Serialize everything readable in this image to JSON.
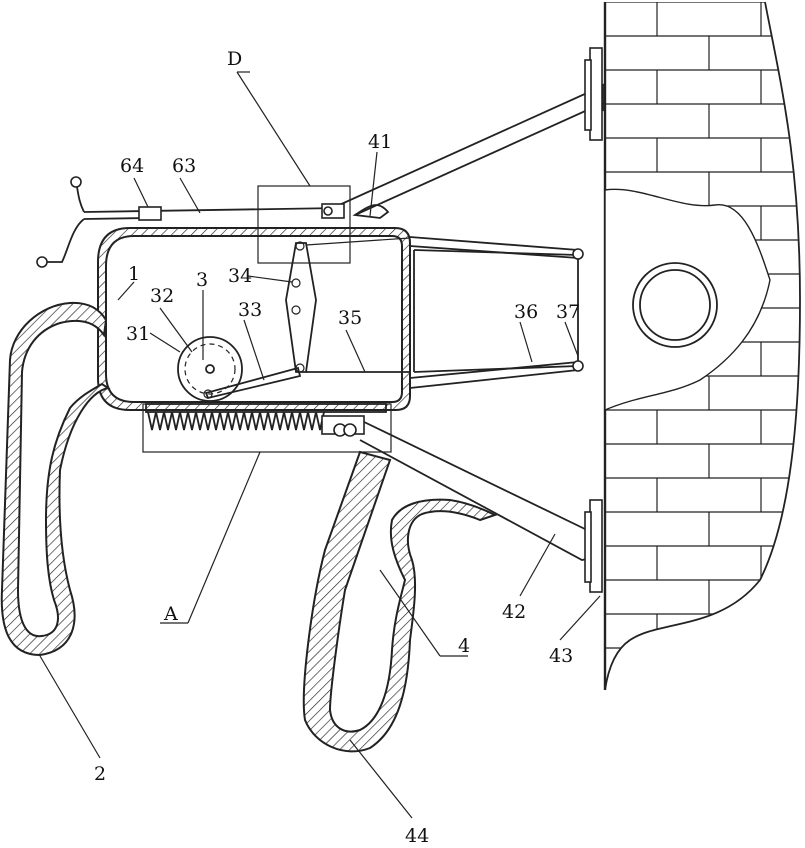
{
  "diagram": {
    "labels": {
      "D": "D",
      "n41": "41",
      "n64": "64",
      "n63": "63",
      "n1": "1",
      "n3": "3",
      "n32": "32",
      "n34": "34",
      "n31": "31",
      "n33": "33",
      "n35": "35",
      "n36": "36",
      "n37": "37",
      "A": "A",
      "n42": "42",
      "n43": "43",
      "n4": "4",
      "n2": "2",
      "n44": "44"
    }
  }
}
